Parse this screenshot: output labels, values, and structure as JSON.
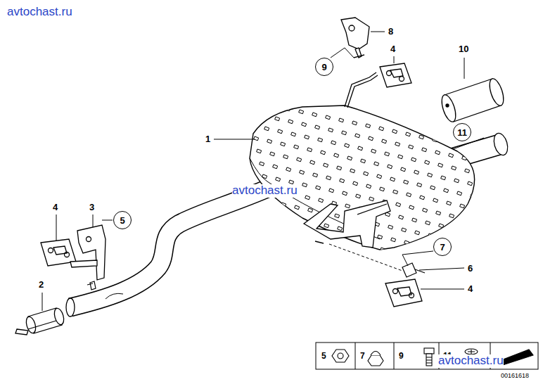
{
  "diagram": {
    "nodes": [
      {
        "text": [
          "9"
        ]
      },
      {
        "text": [
          "11"
        ]
      },
      {
        "text": [
          "5"
        ]
      },
      {
        "text": [
          "7"
        ]
      }
    ],
    "labels": [
      "avtochast.ru",
      "8",
      "4",
      "10",
      "1",
      "4",
      "3",
      "2",
      "6",
      "4",
      "avtochast.ru",
      "5",
      "7",
      "9",
      "11",
      "avtochast.ru",
      "00161618"
    ]
  }
}
